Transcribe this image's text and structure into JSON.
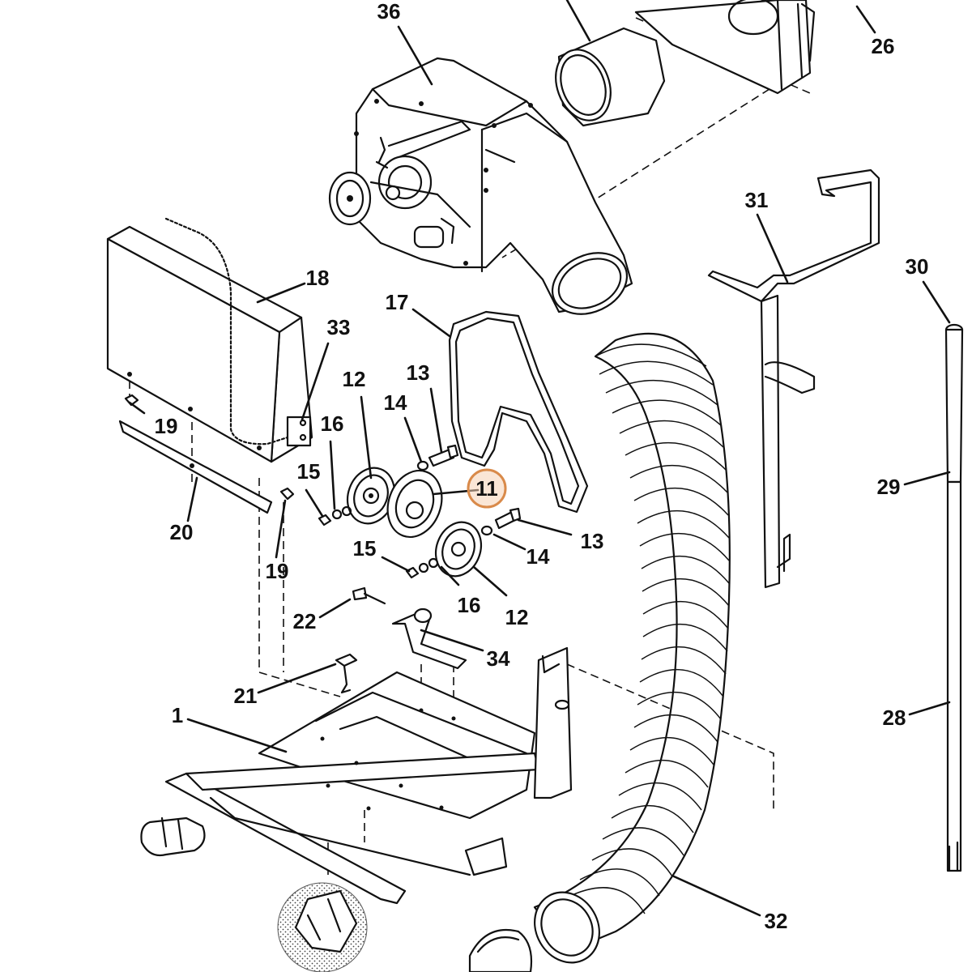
{
  "callouts": {
    "c1": "1",
    "c11": "11",
    "c12a": "12",
    "c12b": "12",
    "c13a": "13",
    "c13b": "13",
    "c14a": "14",
    "c14b": "14",
    "c15a": "15",
    "c15b": "15",
    "c16a": "16",
    "c16b": "16",
    "c17": "17",
    "c18": "18",
    "c19a": "19",
    "c19b": "19",
    "c20": "20",
    "c21": "21",
    "c22": "22",
    "c26": "26",
    "c28": "28",
    "c29": "29",
    "c30": "30",
    "c31": "31",
    "c32": "32",
    "c33": "33",
    "c34": "34",
    "c36": "36"
  },
  "highlighted_callout": "11",
  "colors": {
    "highlight_fill": "#f6d2b4",
    "highlight_stroke": "#d98a4a",
    "line": "#111111"
  }
}
